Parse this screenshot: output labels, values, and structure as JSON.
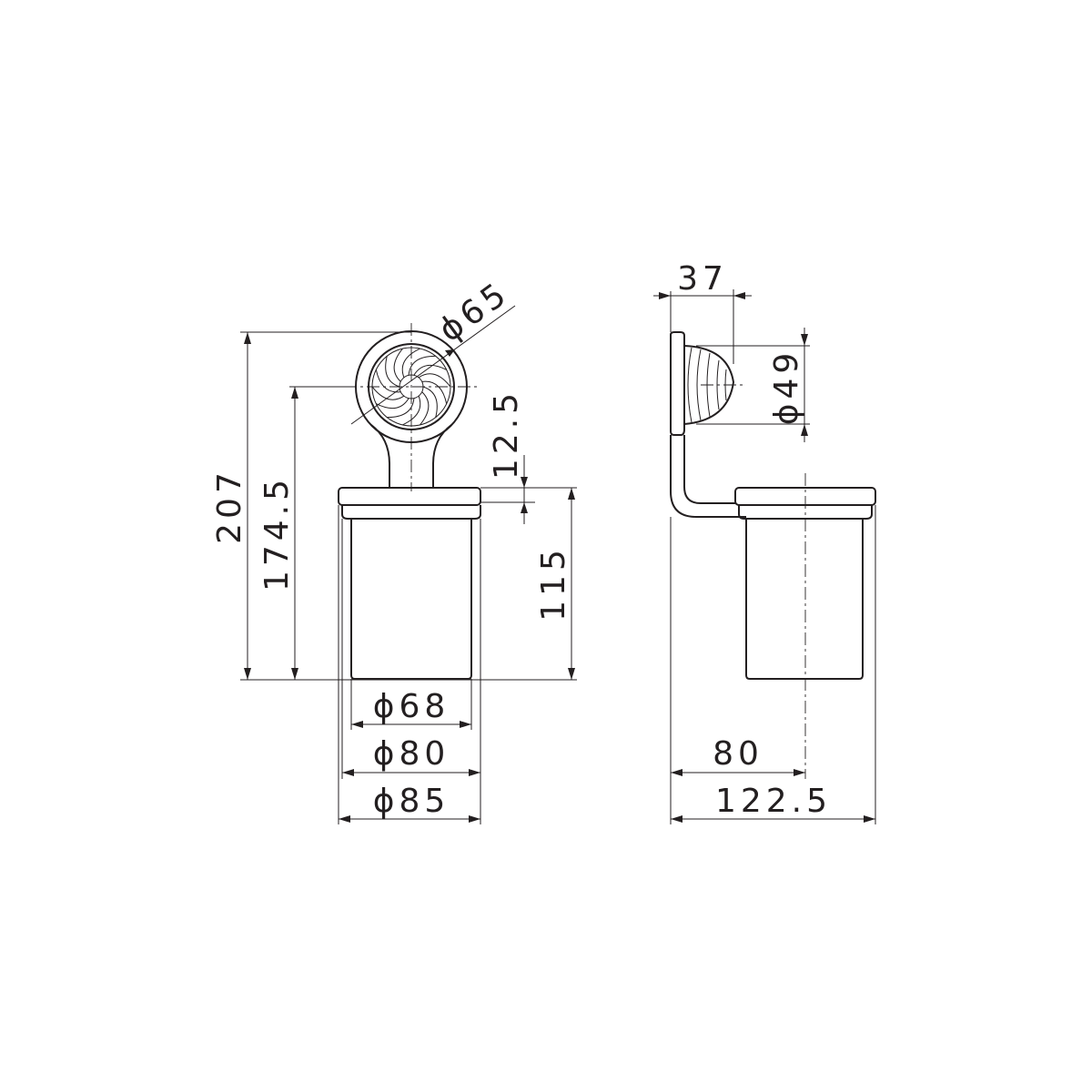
{
  "front_view": {
    "dim_overall_height": "207",
    "dim_mount_center_height": "174.5",
    "dim_rosette_diameter": "ϕ65",
    "dim_offset": "12.5",
    "dim_cup_height": "115",
    "dim_cup_inner_diameter": "ϕ68",
    "dim_cup_outer_diameter": "ϕ80",
    "dim_holder_diameter": "ϕ85"
  },
  "side_view": {
    "dim_projection_depth": "37",
    "dim_rosette_diameter": "ϕ49",
    "dim_cup_center_distance": "80",
    "dim_overall_depth": "122.5"
  }
}
